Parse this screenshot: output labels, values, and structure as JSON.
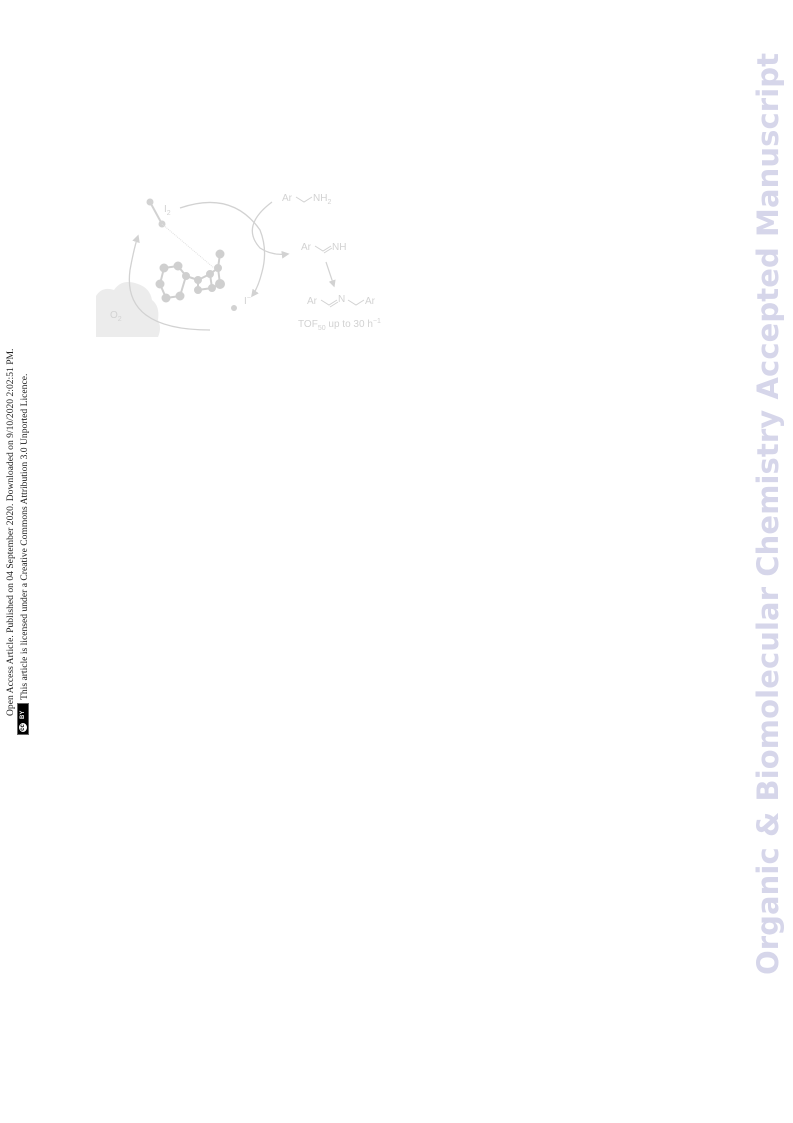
{
  "notice": {
    "line1": "Open Access Article. Published on 04 September 2020. Downloaded on 9/10/2020 2:02:51 PM.",
    "line2": "This article is licensed under a Creative Commons Attribution 3.0 Unported Licence.",
    "cc_label": "cc",
    "by_label": "BY"
  },
  "watermark": "Organic & Biomolecular Chemistry Accepted Manuscript",
  "graphic": {
    "iodine_label": "I",
    "iodine_subscript": "2",
    "iodide_label": "I",
    "iodide_superscript": "−",
    "oxygen_label": "O",
    "oxygen_subscript": "2",
    "amine": {
      "ar": "Ar",
      "group": "NH",
      "subscript": "2"
    },
    "imine": {
      "ar": "Ar",
      "group": "NH"
    },
    "product": {
      "ar_left": "Ar",
      "n": "N",
      "ar_right": "Ar"
    },
    "tof": {
      "label": "TOF",
      "subscript": "50",
      "text": " up to 30 h",
      "superscript": "−1"
    }
  }
}
